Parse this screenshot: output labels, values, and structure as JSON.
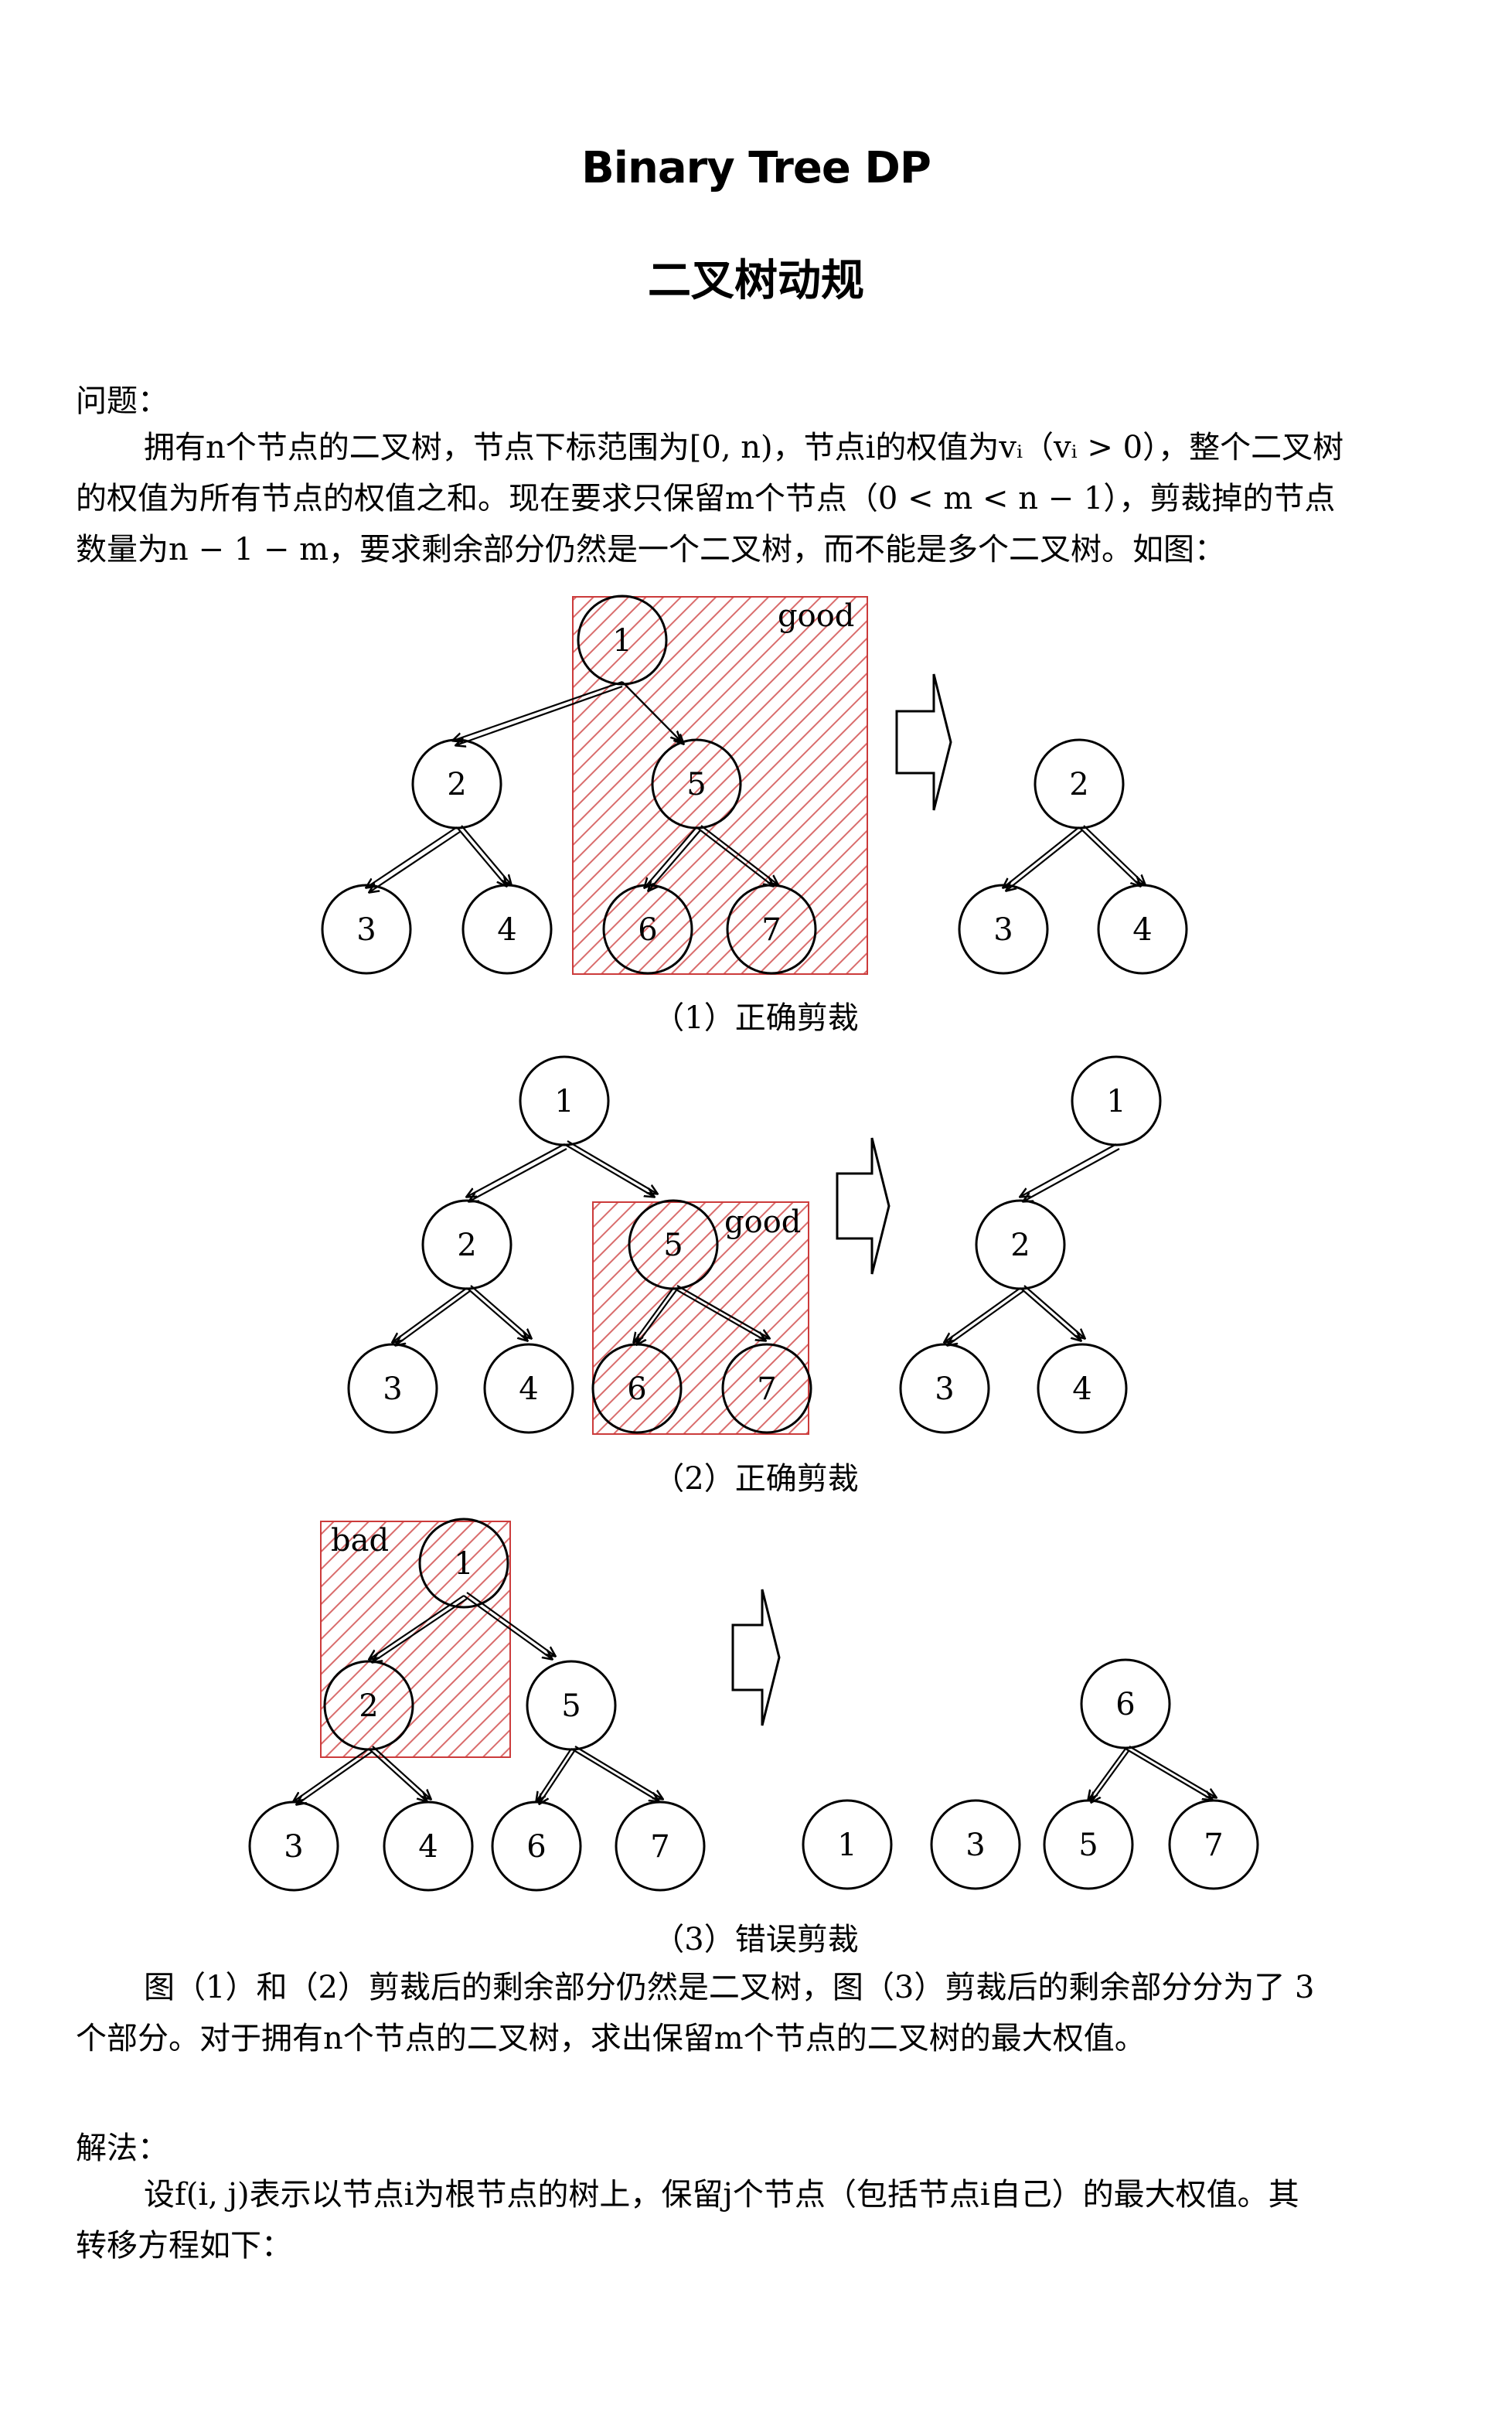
{
  "title_en": "Binary Tree DP",
  "title_cn": "二叉树动规",
  "problem": {
    "heading": "问题：",
    "lines": [
      "拥有n个节点的二叉树，节点下标范围为[0, n)，节点i的权值为vᵢ（vᵢ > 0），整个二叉树",
      "的权值为所有节点的权值之和。现在要求只保留m个节点（0 < m < n − 1），剪裁掉的节点",
      "数量为n − 1 − m，要求剩余部分仍然是一个二叉树，而不能是多个二叉树。如图："
    ]
  },
  "figures": [
    {
      "caption": "（1）正确剪裁",
      "box_label": "good",
      "left_nodes": [
        "1",
        "2",
        "5",
        "3",
        "4",
        "6",
        "7"
      ],
      "right_nodes": [
        "2",
        "3",
        "4"
      ]
    },
    {
      "caption": "（2）正确剪裁",
      "box_label": "good",
      "left_nodes": [
        "1",
        "2",
        "5",
        "3",
        "4",
        "6",
        "7"
      ],
      "right_nodes": [
        "1",
        "2",
        "3",
        "4"
      ]
    },
    {
      "caption": "（3）错误剪裁",
      "box_label": "bad",
      "left_nodes": [
        "1",
        "2",
        "5",
        "3",
        "4",
        "6",
        "7"
      ],
      "right_nodes": [
        "1",
        "3",
        "6",
        "5",
        "7"
      ]
    }
  ],
  "explanation": {
    "lines": [
      "图（1）和（2）剪裁后的剩余部分仍然是二叉树，图（3）剪裁后的剩余部分分为了 3",
      "个部分。对于拥有n个节点的二叉树，求出保留m个节点的二叉树的最大权值。"
    ]
  },
  "solution": {
    "heading": "解法：",
    "lines": [
      "设f(i, j)表示以节点i为根节点的树上，保留j个节点（包括节点i自己）的最大权值。其",
      "转移方程如下："
    ]
  }
}
